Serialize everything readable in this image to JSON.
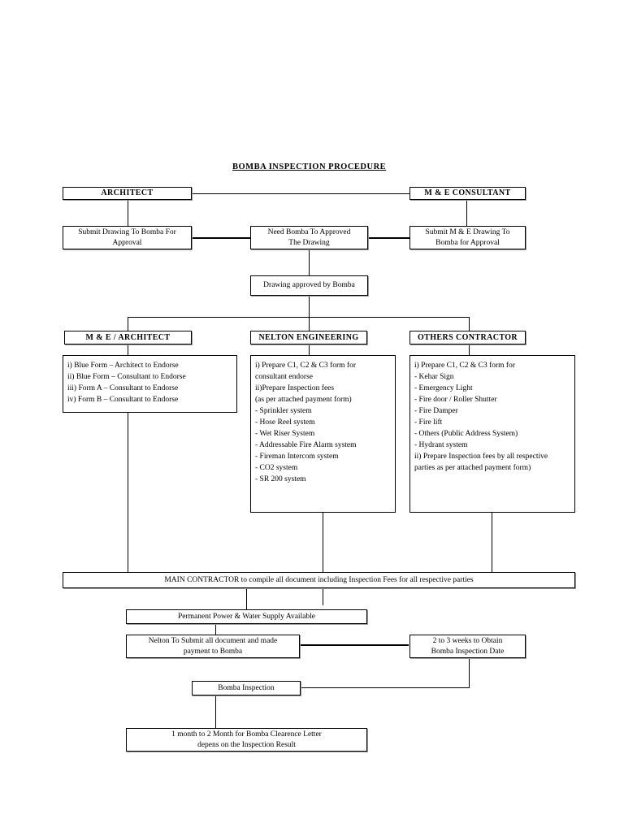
{
  "document": {
    "title": "BOMBA INSPECTION PROCEDURE",
    "type": "flowchart",
    "page_size": "768x1024"
  },
  "nodes": {
    "architect_header": "ARCHITECT",
    "me_consultant_header": "M & E CONSULTANT",
    "submit_drawing": "Submit Drawing To Bomba For Approval",
    "need_bomba": "Need Bomba To Approved The Drawing",
    "submit_me_drawing": "Submit M & E Drawing To Bomba for Approval",
    "drawing_approved": "Drawing approved by Bomba",
    "me_architect_header": "M & E / ARCHITECT",
    "nelton_header": "NELTON ENGINEERING",
    "others_header": "OTHERS CONTRACTOR",
    "main_contractor": "MAIN CONTRACTOR to compile all document including Inspection Fees for all respective parties",
    "permanent_power": "Permanent Power & Water Supply Available",
    "nelton_submit": "Nelton To Submit all document and made payment to Bomba",
    "weeks_obtain": "2 to 3 weeks to Obtain Bomba Inspection Date",
    "bomba_inspection": "Bomba Inspection",
    "clearance_letter": "1 month to 2 Month for Bomba Clearence Letter depens on the Inspection Result"
  },
  "me_architect_list": [
    "i) Blue Form – Architect to Endorse",
    "ii) Blue Form – Consultant to Endorse",
    "iii) Form A – Consultant to Endorse",
    "iv) Form B – Consultant to Endorse"
  ],
  "nelton_list": [
    "i) Prepare C1, C2 & C3 form for",
    "consultant endorse",
    "ii)Prepare Inspection fees",
    "(as per attached payment form)",
    "- Sprinkler system",
    "- Hose Reel system",
    "- Wet Riser System",
    "- Addressable Fire Alarm system",
    "- Fireman Intercom system",
    "- CO2 system",
    "- SR 200 system"
  ],
  "others_list": [
    "i) Prepare C1, C2 & C3 form for",
    "- Kehar Sign",
    "- Emergency Light",
    "- Fire door / Roller Shutter",
    "- Fire Damper",
    "- Fire lift",
    "- Others (Public Address System)",
    "- Hydrant system",
    "ii) Prepare Inspection fees by all respective",
    "parties as per attached payment form)"
  ],
  "multiline": {
    "submit_drawing": [
      "Submit Drawing To Bomba For",
      "Approval"
    ],
    "need_bomba": [
      "Need Bomba To Approved",
      "The Drawing"
    ],
    "submit_me_drawing": [
      "Submit M & E Drawing To",
      "Bomba for Approval"
    ],
    "nelton_submit": [
      "Nelton To Submit all document and made",
      "payment to Bomba"
    ],
    "weeks_obtain": [
      "2 to 3 weeks to Obtain",
      "Bomba Inspection Date"
    ],
    "clearance_letter": [
      "1 month to 2 Month for Bomba Clearence Letter",
      "depens on the Inspection Result"
    ]
  },
  "colors": {
    "line": "#000000",
    "box_fill": "#ffffff",
    "shadow": "#9a9a9a",
    "page": "#ffffff"
  }
}
